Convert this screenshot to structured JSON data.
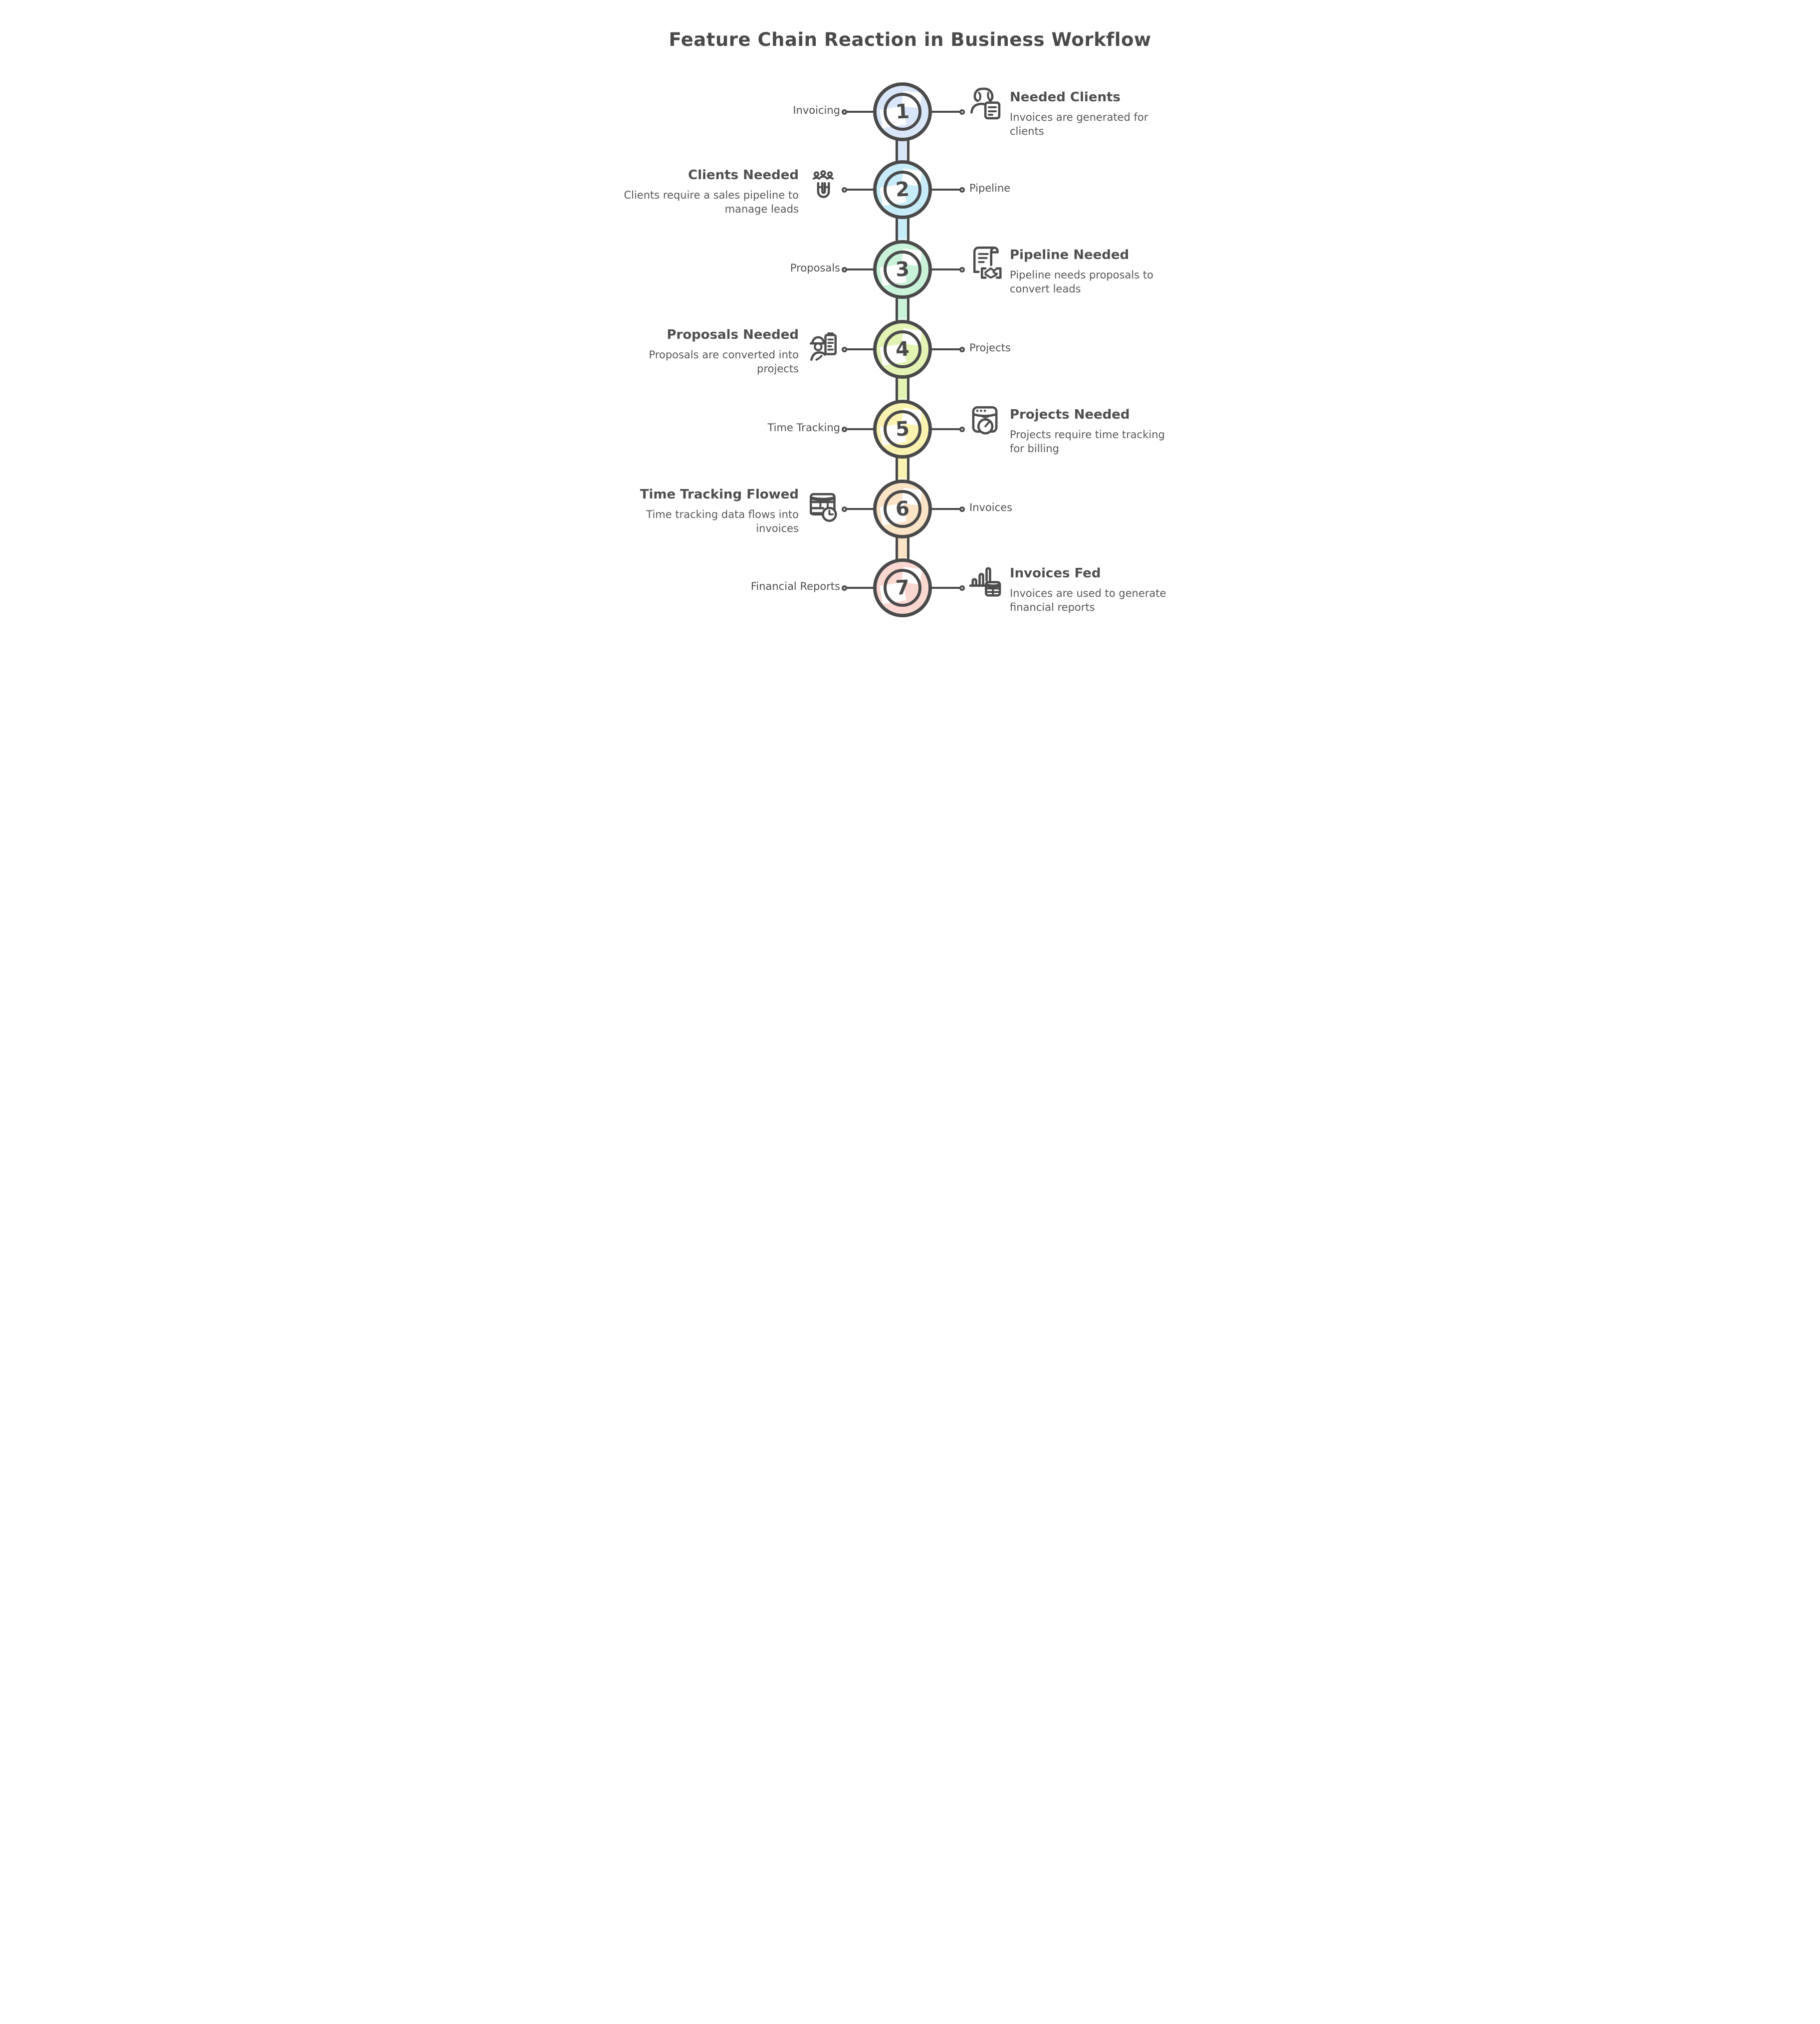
{
  "title": "Feature Chain Reaction in Business Workflow",
  "steps": [
    {
      "number": "1",
      "color": "#d9e6f9",
      "side_label": "Invoicing",
      "side_label_position": "left",
      "card_title": "Needed Clients",
      "card_desc": "Invoices are generated for clients",
      "icon": "client-invoice-icon"
    },
    {
      "number": "2",
      "color": "#c7ecf9",
      "side_label": "Pipeline",
      "side_label_position": "right",
      "card_title": "Clients Needed",
      "card_desc": "Clients require a sales pipeline to manage leads",
      "icon": "lead-magnet-icon"
    },
    {
      "number": "3",
      "color": "#c8f3d9",
      "side_label": "Proposals",
      "side_label_position": "left",
      "card_title": "Pipeline Needed",
      "card_desc": "Pipeline needs proposals to convert leads",
      "icon": "proposal-handshake-icon"
    },
    {
      "number": "4",
      "color": "#e2f3b3",
      "side_label": "Projects",
      "side_label_position": "right",
      "card_title": "Proposals Needed",
      "card_desc": "Proposals are converted into projects",
      "icon": "project-worker-icon"
    },
    {
      "number": "5",
      "color": "#faf2b0",
      "side_label": "Time Tracking",
      "side_label_position": "left",
      "card_title": "Projects Needed",
      "card_desc": "Projects require time tracking for billing",
      "icon": "time-tracking-icon"
    },
    {
      "number": "6",
      "color": "#fbe3c6",
      "side_label": "Invoices",
      "side_label_position": "right",
      "card_title": "Time Tracking Flowed",
      "card_desc": "Time tracking data flows into invoices",
      "icon": "timesheet-clock-icon"
    },
    {
      "number": "7",
      "color": "#fbd7d1",
      "side_label": "Financial Reports",
      "side_label_position": "left",
      "card_title": "Invoices Fed",
      "card_desc": "Invoices are used to generate financial reports",
      "icon": "financial-report-icon"
    }
  ]
}
